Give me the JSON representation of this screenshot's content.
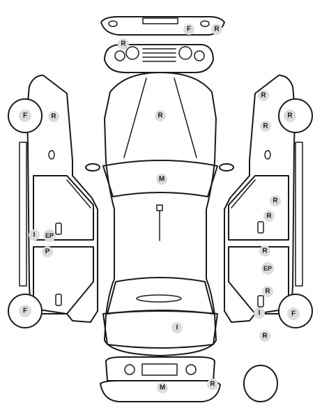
{
  "marks": [
    {
      "id": "front-bumper-f",
      "label": "F"
    },
    {
      "id": "front-bumper-r",
      "label": "R"
    },
    {
      "id": "front-grille-r",
      "label": "R"
    },
    {
      "id": "left-front-wheel-f",
      "label": "F"
    },
    {
      "id": "left-front-fender-r",
      "label": "R"
    },
    {
      "id": "hood-r",
      "label": "R"
    },
    {
      "id": "windshield-m",
      "label": "M"
    },
    {
      "id": "right-front-fender-r-top",
      "label": "R"
    },
    {
      "id": "right-front-fender-r",
      "label": "R"
    },
    {
      "id": "right-front-wheel-r",
      "label": "R"
    },
    {
      "id": "right-front-door-r-1",
      "label": "R"
    },
    {
      "id": "right-front-door-r-2",
      "label": "R"
    },
    {
      "id": "left-front-door-i",
      "label": "I"
    },
    {
      "id": "left-front-door-ep",
      "label": "EP"
    },
    {
      "id": "left-rear-door-p",
      "label": "P"
    },
    {
      "id": "right-rear-door-r",
      "label": "R"
    },
    {
      "id": "right-rear-door-ep",
      "label": "EP"
    },
    {
      "id": "right-rear-door-r-low",
      "label": "R"
    },
    {
      "id": "right-rear-door-i",
      "label": "I"
    },
    {
      "id": "left-rear-wheel-f",
      "label": "F"
    },
    {
      "id": "right-rear-wheel-f",
      "label": "F"
    },
    {
      "id": "trunk-i",
      "label": "I"
    },
    {
      "id": "right-rear-quarter-r",
      "label": "R"
    },
    {
      "id": "rear-bumper-m",
      "label": "M"
    },
    {
      "id": "rear-bumper-r",
      "label": "R"
    }
  ]
}
